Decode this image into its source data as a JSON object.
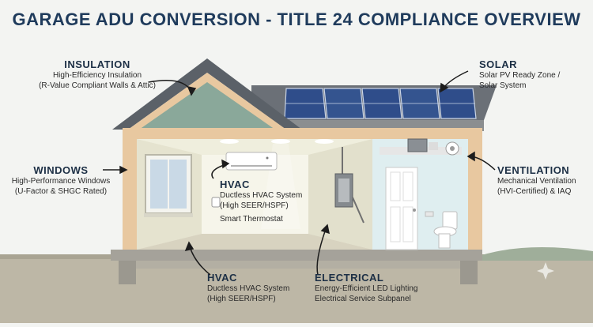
{
  "title": "GARAGE ADU CONVERSION - TITLE 24 COMPLIANCE OVERVIEW",
  "labels": {
    "insulation": {
      "heading": "INSULATION",
      "line1": "High-Efficiency Insulation",
      "line2": "(R-Value Compliant Walls & Attic)"
    },
    "solar": {
      "heading": "SOLAR",
      "line1": "Solar PV Ready Zone /",
      "line2": "Solar System"
    },
    "windows": {
      "heading": "WINDOWS",
      "line1": "High-Performance Windows",
      "line2": "(U-Factor & SHGC Rated)"
    },
    "ventilation": {
      "heading": "VENTILATION",
      "line1": "Mechanical Ventilation",
      "line2": "(HVI-Certified) & IAQ"
    },
    "hvac_inside": {
      "heading": "HVAC",
      "line1": "Ductless HVAC System",
      "line2": "(High SEER/HSPF)",
      "line3": "Smart Thermostat"
    },
    "hvac_bottom": {
      "heading": "HVAC",
      "line1": "Ductless HVAC System",
      "line2": "(High SEER/HSPF)"
    },
    "electrical": {
      "heading": "ELECTRICAL",
      "line1": "Energy-Efficient LED Lighting",
      "line2": "Electrical Service Subpanel"
    }
  },
  "colors": {
    "title": "#1f3b5c",
    "roof": "#5b6168",
    "attic": "#8aa89a",
    "wall_insulation": "#e8c8a0",
    "interior_wall": "#efeedd",
    "bathroom_wall": "#dfeef0",
    "solar_panel": "#2f4d8a",
    "ground": "#b9b4a4"
  }
}
